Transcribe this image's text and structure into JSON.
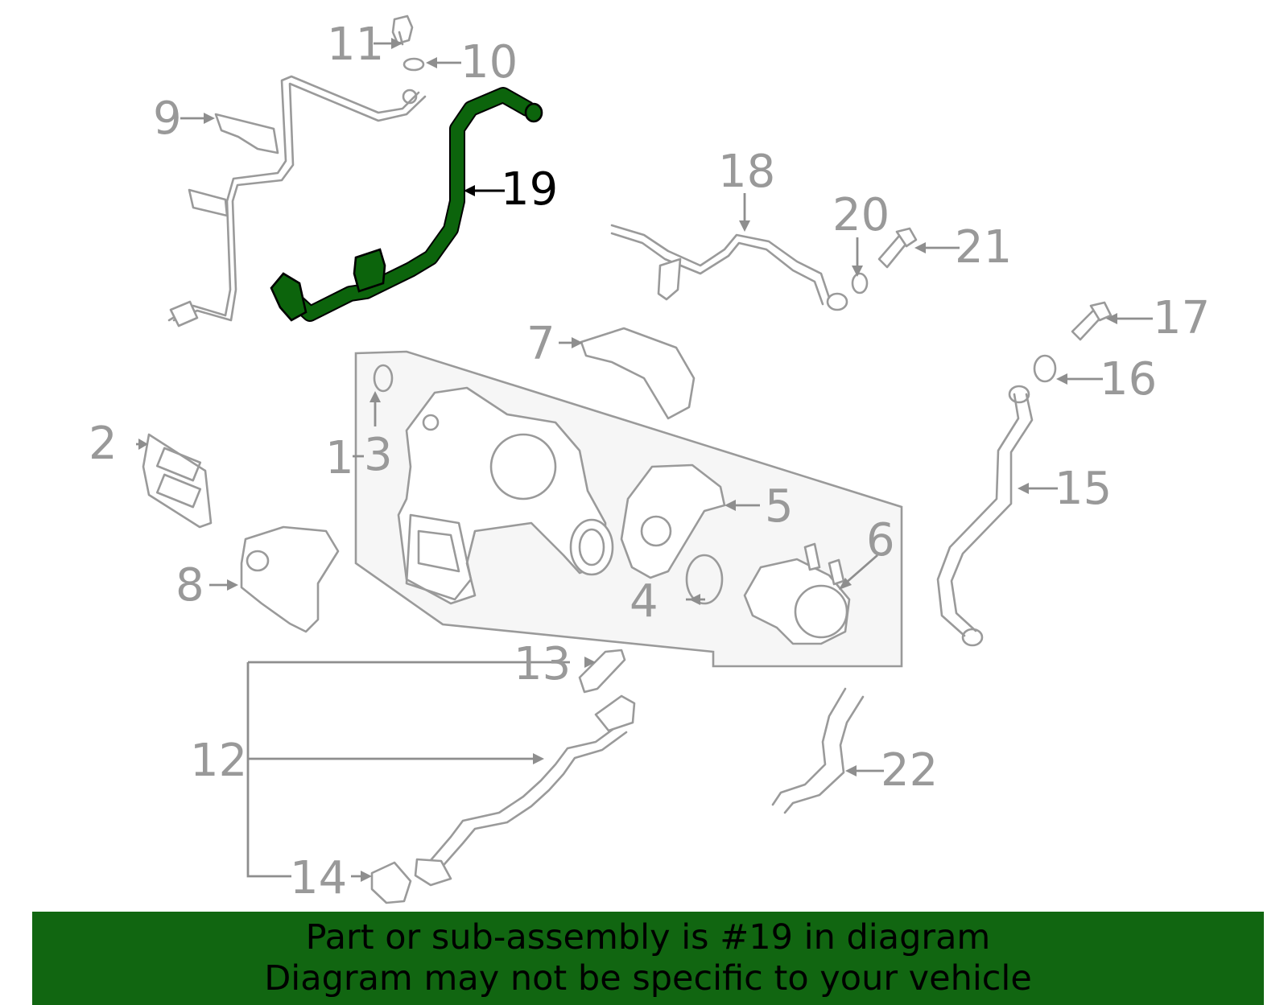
{
  "diagram": {
    "highlight_color": "#0c640c",
    "callout_color": "#999999",
    "callouts": [
      {
        "id": "1",
        "text": "1"
      },
      {
        "id": "2",
        "text": "2"
      },
      {
        "id": "3",
        "text": "3"
      },
      {
        "id": "4",
        "text": "4"
      },
      {
        "id": "5",
        "text": "5"
      },
      {
        "id": "6",
        "text": "6"
      },
      {
        "id": "7",
        "text": "7"
      },
      {
        "id": "8",
        "text": "8"
      },
      {
        "id": "9",
        "text": "9"
      },
      {
        "id": "10",
        "text": "10"
      },
      {
        "id": "11",
        "text": "11"
      },
      {
        "id": "12",
        "text": "12"
      },
      {
        "id": "13",
        "text": "13"
      },
      {
        "id": "14",
        "text": "14"
      },
      {
        "id": "15",
        "text": "15"
      },
      {
        "id": "16",
        "text": "16"
      },
      {
        "id": "17",
        "text": "17"
      },
      {
        "id": "18",
        "text": "18"
      },
      {
        "id": "19",
        "text": "19",
        "highlighted": true
      },
      {
        "id": "20",
        "text": "20"
      },
      {
        "id": "21",
        "text": "21"
      },
      {
        "id": "22",
        "text": "22"
      }
    ]
  },
  "banner": {
    "line1": "Part or sub-assembly is #19 in diagram",
    "line2": "Diagram may not be specific to your vehicle",
    "background": "#116611"
  }
}
